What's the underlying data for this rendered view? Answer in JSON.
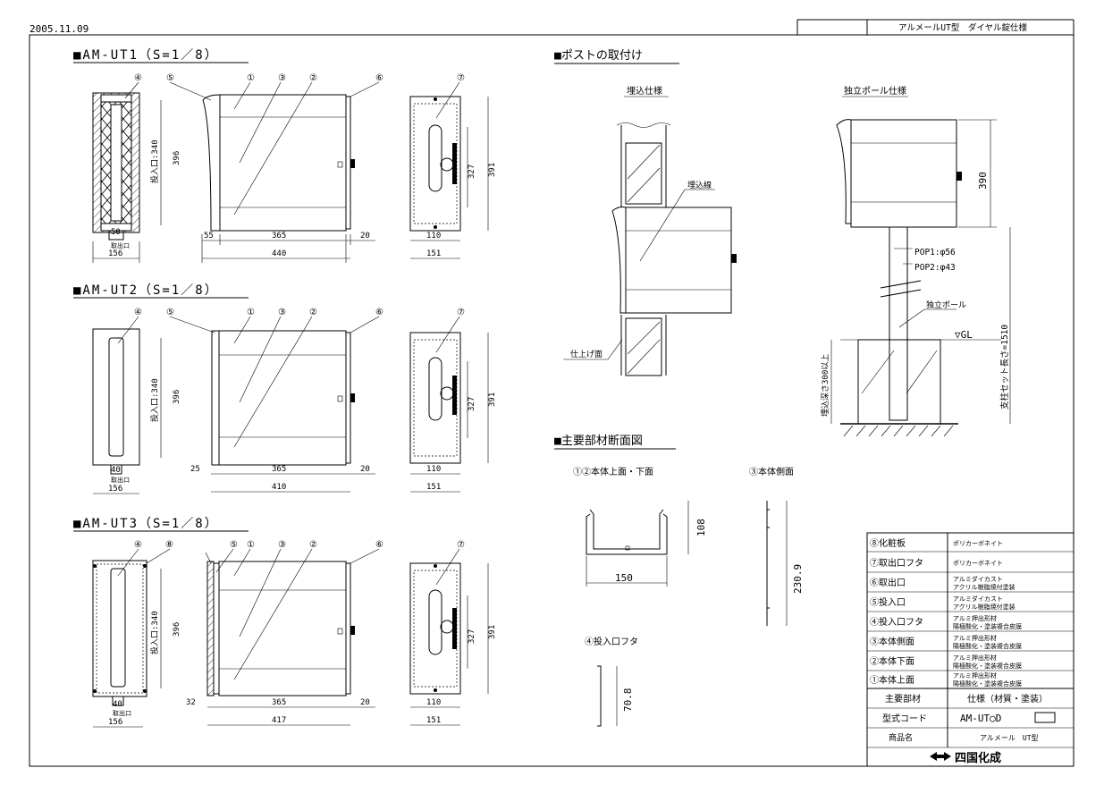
{
  "header": {
    "date": "2005.11.09",
    "title": "アルメールUT型　ダイヤル錠仕様"
  },
  "sections": [
    {
      "title": "■AM-UT1（S=1／8）",
      "dims": {
        "slot": "投入口:340",
        "h396": "396",
        "h391": "391",
        "h327": "327",
        "w50": "50",
        "w156": "156",
        "w55": "55",
        "w365": "365",
        "w440": "440",
        "w20": "20",
        "w110": "110",
        "w151": "151",
        "slotlabel": "取出口"
      }
    },
    {
      "title": "■AM-UT2（S=1／8）",
      "dims": {
        "slot": "投入口:340",
        "h396": "396",
        "h391": "391",
        "h327": "327",
        "w40": "40",
        "w156": "156",
        "w25": "25",
        "w365": "365",
        "w410": "410",
        "w20": "20",
        "w110": "110",
        "w151": "151",
        "slotlabel": "取出口"
      }
    },
    {
      "title": "■AM-UT3（S=1／8）",
      "dims": {
        "slot": "投入口:340",
        "h396": "396",
        "h391": "391",
        "h327": "327",
        "w40": "40",
        "w156": "156",
        "w32": "32",
        "w365": "365",
        "w417": "417",
        "w20": "20",
        "w110": "110",
        "w151": "151",
        "slotlabel": "取出口"
      }
    }
  ],
  "mount": {
    "title": "■ポストの取付け",
    "embedded": "埋込仕様",
    "embed_line": "埋込線",
    "finish": "仕上げ面",
    "pole": "独立ポール仕様",
    "h390": "390",
    "pop1": "POP1:φ56",
    "pop2": "POP2:φ43",
    "pole_label": "独立ポール",
    "gl": "▽GL",
    "depth": "埋込深さ300以上",
    "length": "支柱セット長さ=1510"
  },
  "sections_title": "■主要部材断面図",
  "cross": {
    "c12": "①②本体上面・下面",
    "w150": "150",
    "h108": "108",
    "c3": "③本体側面",
    "h230": "230.9",
    "c4": "④投入口フタ",
    "h70": "70.8"
  },
  "markers": [
    "①",
    "②",
    "③",
    "④",
    "⑤",
    "⑥",
    "⑦",
    "⑧"
  ],
  "table": {
    "rows": [
      {
        "part": "⑧化粧板",
        "spec1": "ポリカーボネイト",
        "spec2": ""
      },
      {
        "part": "⑦取出口フタ",
        "spec1": "ポリカーボネイト",
        "spec2": ""
      },
      {
        "part": "⑥取出口",
        "spec1": "アルミダイカスト",
        "spec2": "アクリル樹脂焼付塗装"
      },
      {
        "part": "⑤投入口",
        "spec1": "アルミダイカスト",
        "spec2": "アクリル樹脂焼付塗装"
      },
      {
        "part": "④投入口フタ",
        "spec1": "アルミ押出形材",
        "spec2": "陽極酸化・塗装複合皮膜"
      },
      {
        "part": "③本体側面",
        "spec1": "アルミ押出形材",
        "spec2": "陽極酸化・塗装複合皮膜"
      },
      {
        "part": "②本体下面",
        "spec1": "アルミ押出形材",
        "spec2": "陽極酸化・塗装複合皮膜"
      },
      {
        "part": "①本体上面",
        "spec1": "アルミ押出形材",
        "spec2": "陽極酸化・塗装複合皮膜"
      }
    ],
    "hdr_part": "主要部材",
    "hdr_spec": "仕様（材質・塗装）",
    "code_label": "型式コード",
    "code_value": "AM-UT○D",
    "name_label": "商品名",
    "name_value": "アルメール　UT型",
    "company": "四国化成"
  }
}
